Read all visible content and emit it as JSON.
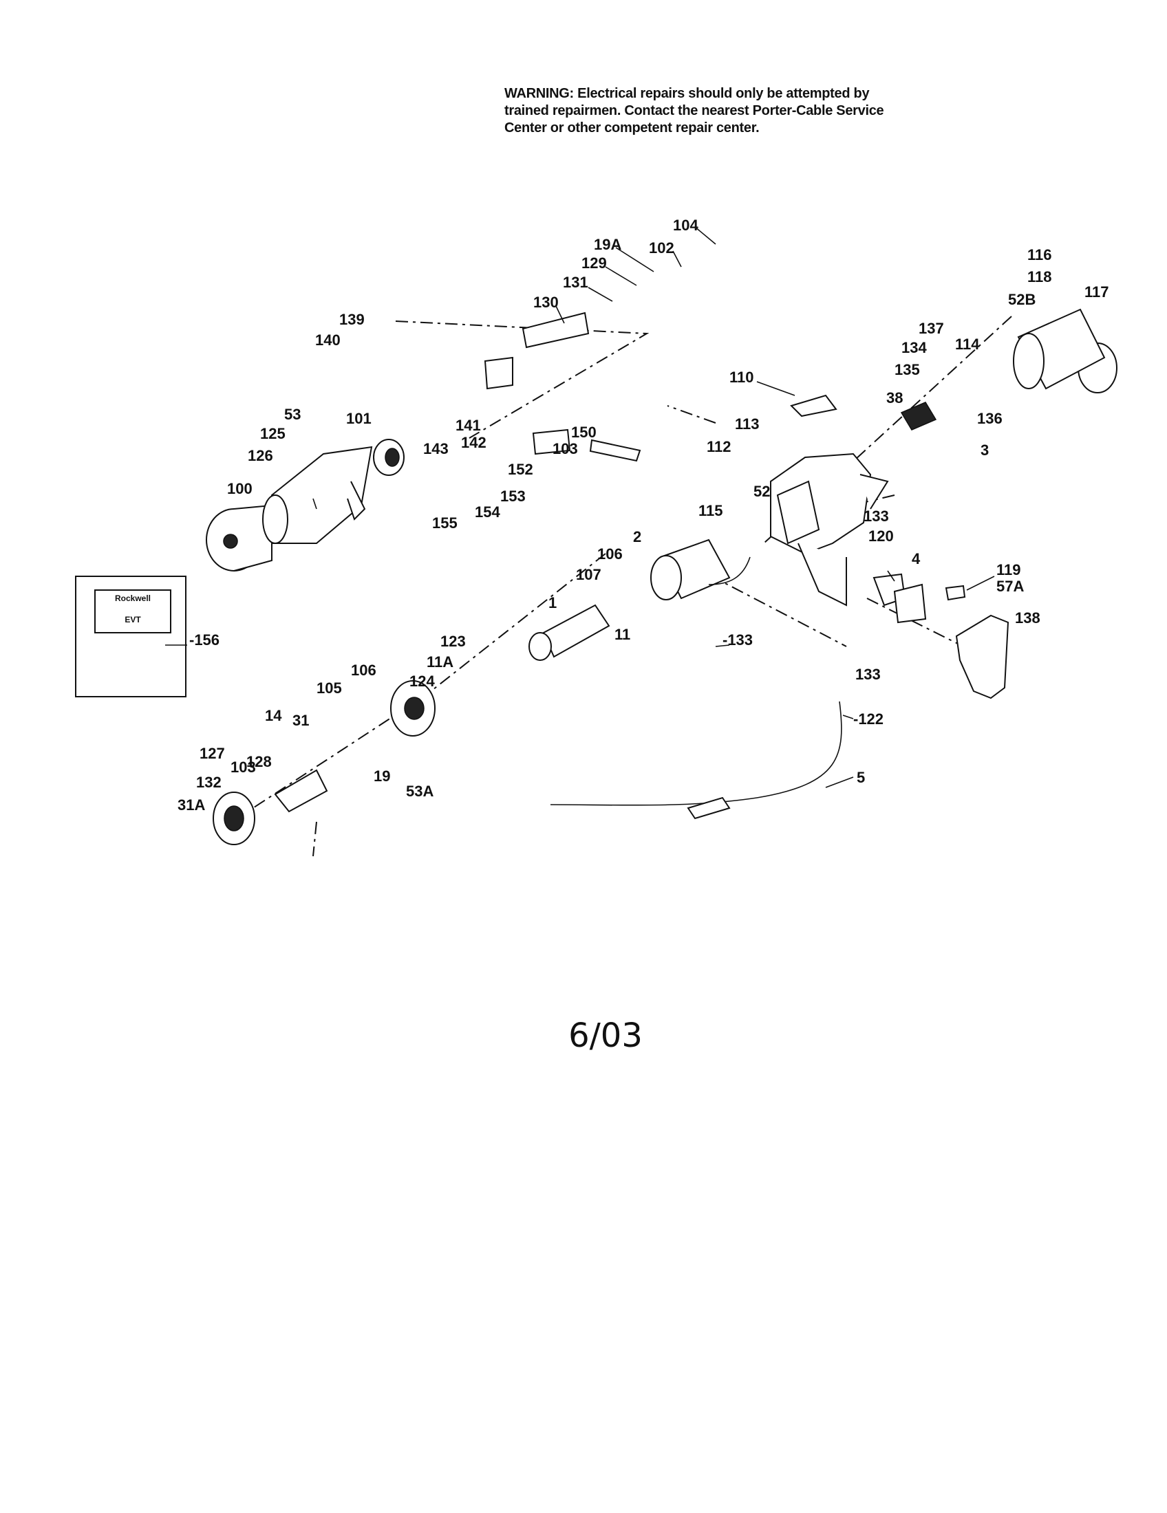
{
  "warning": {
    "lines": [
      "WARNING:  Electrical repairs should only be attempted by",
      "trained repairmen.  Contact the nearest Porter-Cable Service",
      "Center or other competent repair center."
    ]
  },
  "manual_book": {
    "line1": "Rockwell",
    "line2": "EVT"
  },
  "callouts": [
    "104",
    "19A",
    "102",
    "129",
    "131",
    "130",
    "139",
    "140",
    "141",
    "142",
    "143",
    "53",
    "125",
    "126",
    "101",
    "100",
    "150",
    "103",
    "152",
    "153",
    "154",
    "155",
    "116",
    "118",
    "117",
    "52B",
    "137",
    "134",
    "114",
    "135",
    "38",
    "136",
    "3",
    "110",
    "113",
    "112",
    "52",
    "115",
    "133",
    "120",
    "2",
    "106",
    "107",
    "11",
    "1",
    "-133",
    "4",
    "119",
    "57A",
    "138",
    "-156",
    "106",
    "105",
    "123",
    "11A",
    "124",
    "14",
    "31",
    "128",
    "127",
    "103",
    "132",
    "31A",
    "19",
    "53A",
    "133",
    "-122",
    "5"
  ],
  "date_code": "6/03"
}
